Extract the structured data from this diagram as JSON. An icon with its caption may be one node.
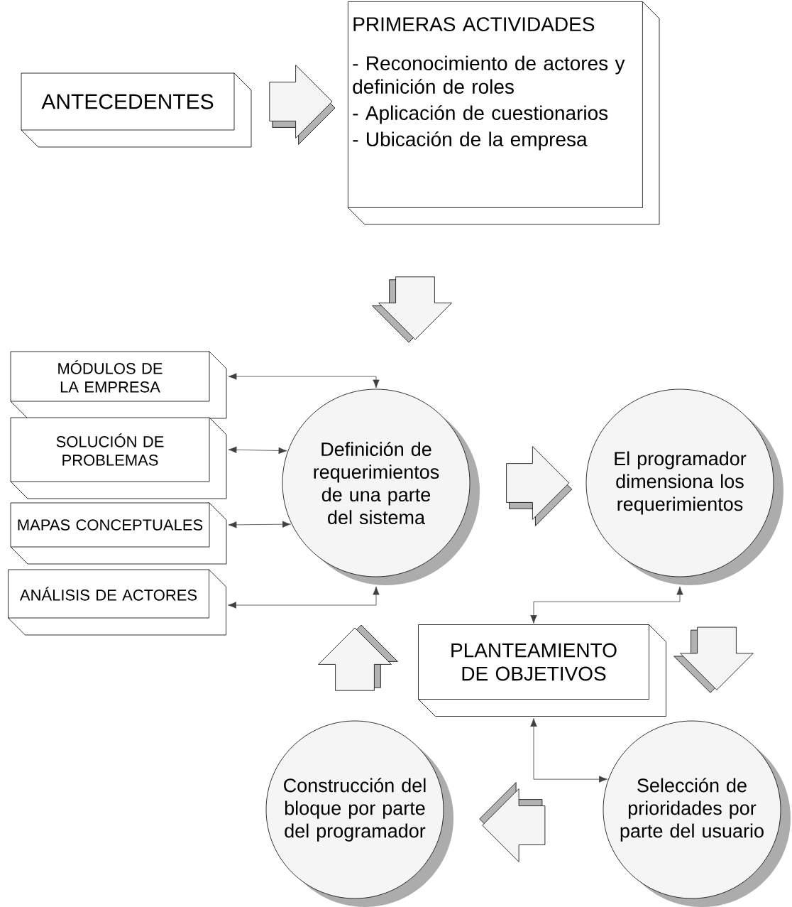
{
  "diagram": {
    "nodes": [
      {
        "text": [
          "ANTECEDENTES"
        ]
      },
      {
        "text": [
          "PRIMERAS ACTIVIDADES",
          "- Reconocimiento de actores y definición de roles",
          "- Aplicación de cuestionarios",
          "- Ubicación de la empresa"
        ]
      },
      {
        "text": [
          "MÓDULOS DE LA EMPRESA"
        ]
      },
      {
        "text": [
          "SOLUCIÓN DE PROBLEMAS"
        ]
      },
      {
        "text": [
          "MAPAS CONCEPTUALES"
        ]
      },
      {
        "text": [
          "ANÁLISIS DE ACTORES"
        ]
      },
      {
        "text": [
          "Definición de requerimientos de una parte del sistema"
        ]
      },
      {
        "text": [
          "El programador dimensiona los requerimientos"
        ]
      },
      {
        "text": [
          "PLANTEAMIENTO DE OBJETIVOS"
        ]
      },
      {
        "text": [
          "Construcción del bloque por parte del programador"
        ]
      },
      {
        "text": [
          "Selección de prioridades por parte del usuario"
        ]
      }
    ],
    "edges": [
      {
        "from": 2,
        "to": 6,
        "arrow": "both"
      },
      {
        "from": 3,
        "to": 6,
        "arrow": "both"
      },
      {
        "from": 4,
        "to": 6,
        "arrow": "both"
      },
      {
        "from": 5,
        "to": 6,
        "arrow": "both"
      },
      {
        "from": 8,
        "to": 7,
        "arrow": "both"
      },
      {
        "from": 8,
        "to": 10,
        "arrow": "both"
      },
      {
        "from": 0,
        "to": 1,
        "arrow": "to",
        "style": "thick"
      },
      {
        "from": 1,
        "to": 6,
        "arrow": "to",
        "style": "thick"
      },
      {
        "from": 6,
        "to": 7,
        "arrow": "to",
        "style": "thick"
      },
      {
        "from": 7,
        "to": 10,
        "arrow": "to",
        "style": "thick"
      },
      {
        "from": 10,
        "to": 9,
        "arrow": "to",
        "style": "thick"
      },
      {
        "from": 9,
        "to": 6,
        "arrow": "to",
        "style": "thick"
      }
    ]
  }
}
